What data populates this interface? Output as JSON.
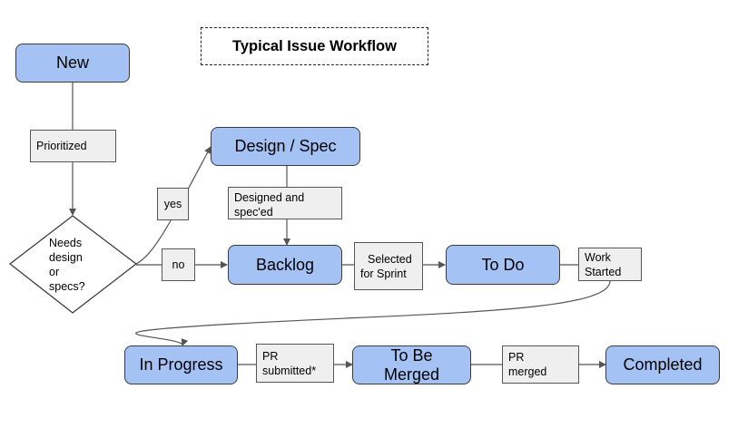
{
  "title": "Typical Issue Workflow",
  "nodes": {
    "new": "New",
    "design_spec": "Design / Spec",
    "backlog": "Backlog",
    "to_do": "To Do",
    "in_progress": "In Progress",
    "to_be_merged_1": "To Be",
    "to_be_merged_2": "Merged",
    "completed": "Completed"
  },
  "decision": {
    "line1": "Needs",
    "line2": "design",
    "line3": "or",
    "line4": "specs?"
  },
  "edge_labels": {
    "prioritized": "Prioritized",
    "yes": "yes",
    "no": "no",
    "designed_1": "Designed and",
    "designed_2": "spec'ed",
    "selected_1": "Selected",
    "selected_2": "for Sprint",
    "work_1": "Work",
    "work_2": "Started",
    "pr_submitted_1": "PR",
    "pr_submitted_2": "submitted*",
    "pr_merged_1": "PR",
    "pr_merged_2": "merged"
  },
  "colors": {
    "state_fill": "#a4c2f4",
    "label_fill": "#efefef",
    "line": "#555555"
  }
}
